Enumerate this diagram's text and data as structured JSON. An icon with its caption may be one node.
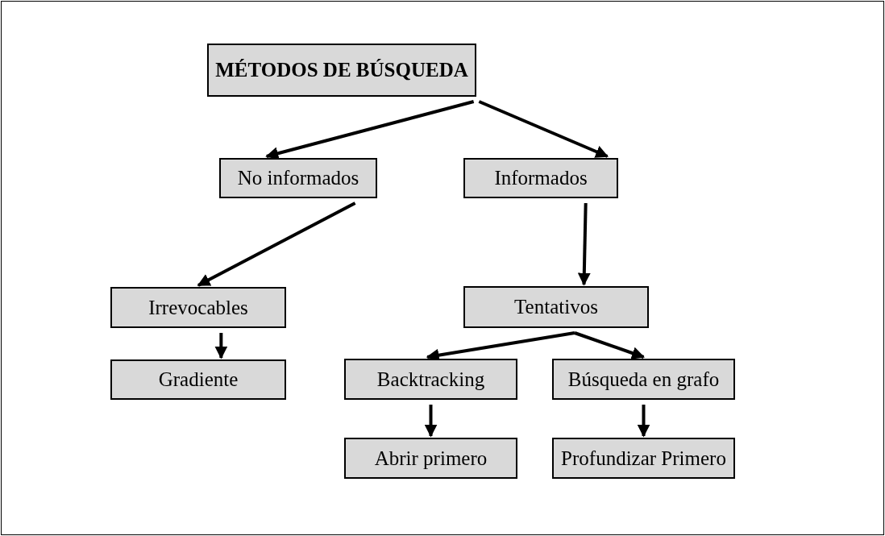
{
  "diagram": {
    "nodes": [
      {
        "text": [
          "MÉTODOS DE BÚSQUEDA"
        ]
      },
      {
        "text": [
          "No informados"
        ]
      },
      {
        "text": [
          "Informados"
        ]
      },
      {
        "text": [
          "Irrevocables"
        ]
      },
      {
        "text": [
          "Gradiente"
        ]
      },
      {
        "text": [
          "Tentativos"
        ]
      },
      {
        "text": [
          "Backtracking"
        ]
      },
      {
        "text": [
          "Búsqueda en grafo"
        ]
      },
      {
        "text": [
          "Abrir primero"
        ]
      },
      {
        "text": [
          "Profundizar Primero"
        ]
      }
    ],
    "edges": [
      {
        "from": 0,
        "to": 1,
        "arrow": "to"
      },
      {
        "from": 0,
        "to": 2,
        "arrow": "to"
      },
      {
        "from": 1,
        "to": 3,
        "arrow": "to"
      },
      {
        "from": 3,
        "to": 4,
        "arrow": "to"
      },
      {
        "from": 2,
        "to": 5,
        "arrow": "to"
      },
      {
        "from": 5,
        "to": 6,
        "arrow": "to"
      },
      {
        "from": 5,
        "to": 7,
        "arrow": "to"
      },
      {
        "from": 6,
        "to": 8,
        "arrow": "to"
      },
      {
        "from": 7,
        "to": 9,
        "arrow": "to"
      }
    ]
  }
}
